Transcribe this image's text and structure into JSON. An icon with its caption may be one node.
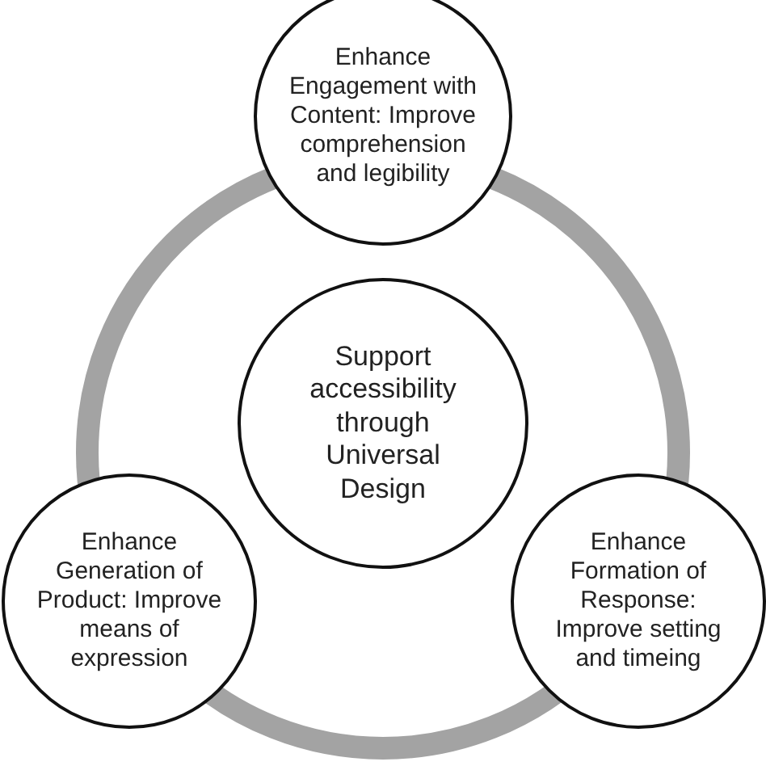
{
  "diagram": {
    "nodes": [
      {
        "text": [
          "Enhance Engagement with Content: Improve comprehension and legibility"
        ]
      },
      {
        "text": [
          "Support accessibility through Universal Design"
        ]
      },
      {
        "text": [
          "Enhance Generation of Product: Improve means of expression"
        ]
      },
      {
        "text": [
          "Enhance Formation of Response: Improve setting and timeing"
        ]
      }
    ]
  }
}
